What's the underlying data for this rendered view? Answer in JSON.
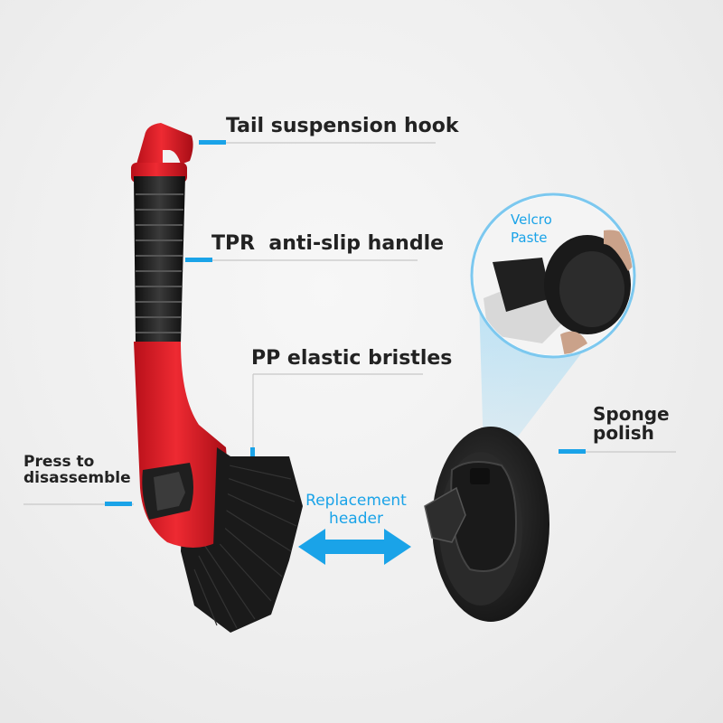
{
  "image": {
    "description_labels": {
      "hook": "Tail suspension hook",
      "handle": "TPR  anti-slip handle",
      "bristles": "PP elastic bristles",
      "press_line1": "Press to",
      "press_line2": "disassemble",
      "sponge_line1": "Sponge",
      "sponge_line2": "polish",
      "replacement_line1": "Replacement",
      "replacement_line2": "header",
      "velcro_line1": "Velcro",
      "velcro_line2": "Paste"
    }
  },
  "colors": {
    "accent": "#1aa3e8",
    "brush_red": "#e01e26",
    "grip_black": "#1c1c1c",
    "leader_line": "#c8c8c8",
    "text": "#222222"
  }
}
